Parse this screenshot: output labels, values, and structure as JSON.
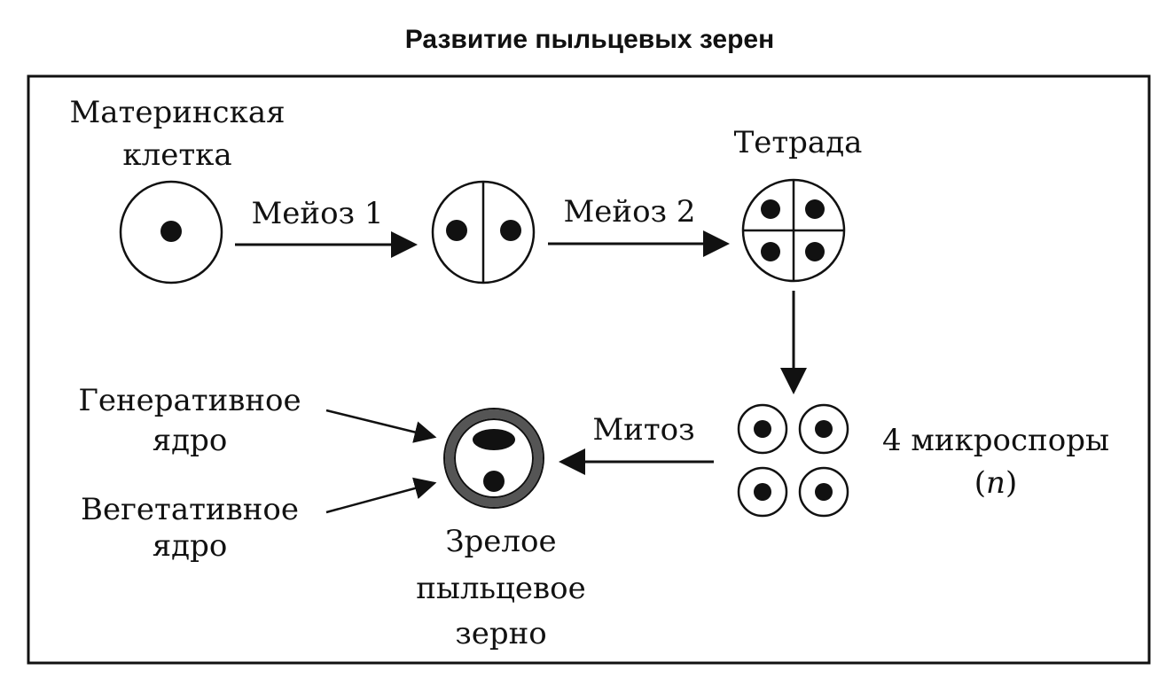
{
  "title": "Развитие пыльцевых зерен",
  "labels": {
    "mother_cell_line1": "Материнская",
    "mother_cell_line2": "клетка",
    "meiosis1": "Мейоз 1",
    "meiosis2": "Мейоз 2",
    "tetrad": "Тетрада",
    "mitosis": "Митоз",
    "microspores_line1": "4 микроспоры",
    "microspores_line2_open": "(",
    "microspores_line2_n": "n",
    "microspores_line2_close": ")",
    "generative_line1": "Генеративное",
    "generative_line2": "ядро",
    "vegetative_line1": "Вегетативное",
    "vegetative_line2": "ядро",
    "mature_line1": "Зрелое",
    "mature_line2": "пыльцевое",
    "mature_line3": "зерно"
  },
  "colors": {
    "ink": "#111111",
    "grain_wall": "#555555",
    "background": "#ffffff"
  }
}
